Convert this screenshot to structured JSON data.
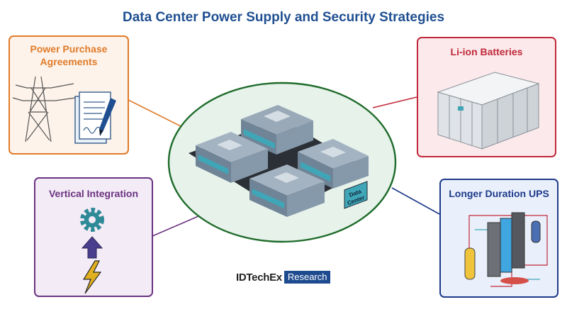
{
  "title": "Data Center Power Supply and Security Strategies",
  "colors": {
    "title": "#1f4f91",
    "ppa": "#e07b2a",
    "ppa_bg": "#fdf3ea",
    "li_ion": "#c0283a",
    "li_ion_bg": "#fbe9eb",
    "vertical": "#6b3480",
    "vertical_bg": "#f3ebf6",
    "ups": "#1e3a8a",
    "ups_bg": "#eaf0fb",
    "hub_stroke": "#1e6b2a",
    "hub_fill": "#e6f2ea"
  },
  "cards": {
    "ppa": {
      "title_line1": "Power Purchase",
      "title_line2": "Agreements",
      "icons": [
        "transmission-tower-icon",
        "contract-document-icon",
        "pen-icon"
      ]
    },
    "li_ion": {
      "title": "Li-ion Batteries",
      "icons": [
        "battery-cabinet-icon"
      ]
    },
    "vertical": {
      "title": "Vertical Integration",
      "icons": [
        "gear-icon",
        "up-arrow-icon",
        "lightning-bolt-icon"
      ]
    },
    "ups": {
      "title": "Longer Duration UPS",
      "icons": [
        "ups-system-icon"
      ]
    }
  },
  "hub": {
    "sign_line1": "Data",
    "sign_line2": "Center",
    "icons": [
      "data-center-buildings-icon"
    ]
  },
  "brand": {
    "name": "IDTechEx",
    "tag": "Research"
  }
}
